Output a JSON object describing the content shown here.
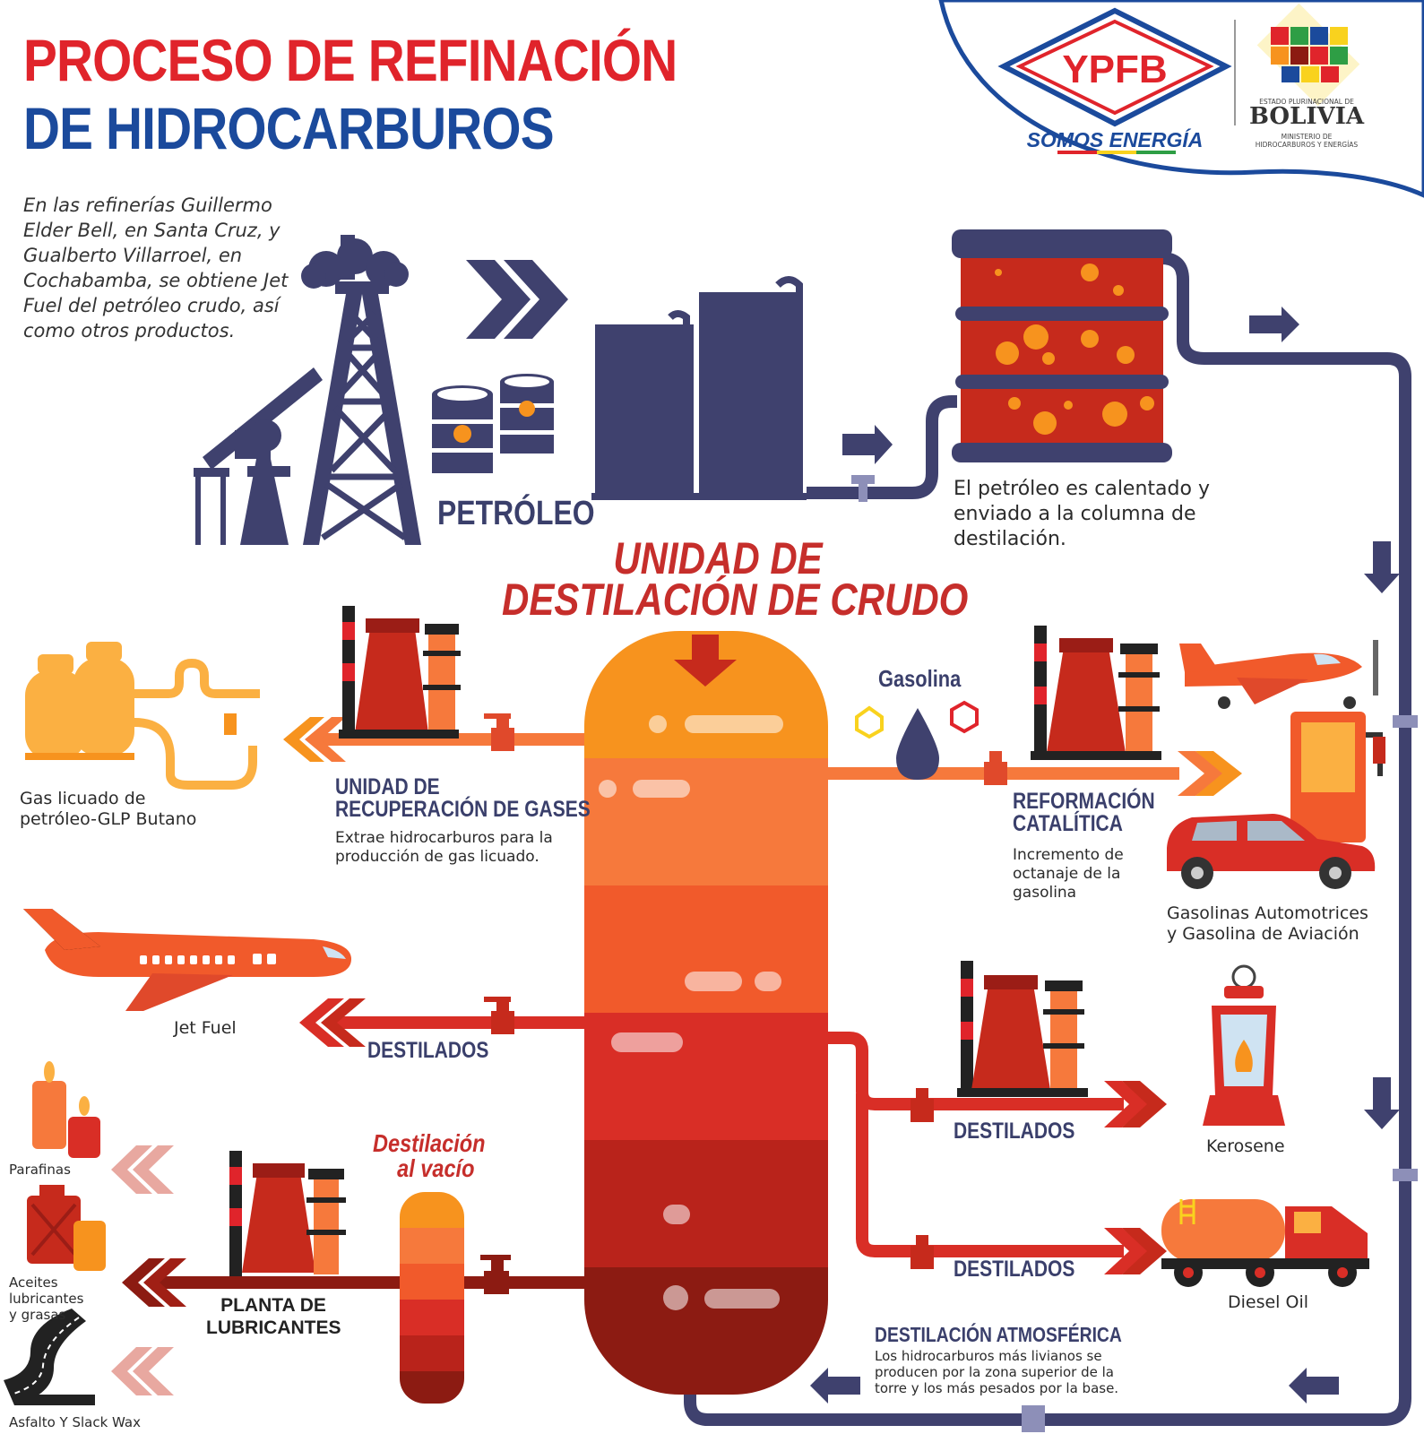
{
  "title": {
    "line1": "PROCESO DE REFINACIÓN",
    "line2": "DE HIDROCARBUROS"
  },
  "intro": "En las refinerías Guillermo Elder Bell, en Santa Cruz, y Gualberto Villarroel, en Cochabamba, se obtiene Jet Fuel del petróleo crudo, así como otros productos.",
  "logos": {
    "ypfb": "YPFB",
    "slogan": "SOMOS ENERGÍA",
    "state_small": "ESTADO PLURINACIONAL DE",
    "country": "BOLIVIA",
    "ministry_line1": "MINISTERIO DE",
    "ministry_line2": "HIDROCARBUROS Y ENERGÍAS"
  },
  "input": {
    "label": "PETRÓLEO",
    "heating_text": "El petróleo es calentado y enviado a la columna de destilación."
  },
  "column": {
    "title_line1": "UNIDAD DE",
    "title_line2": "DESTILACIÓN DE CRUDO"
  },
  "gas_recovery": {
    "title_line1": "UNIDAD DE",
    "title_line2": "RECUPERACIÓN DE GASES",
    "description": "Extrae hidrocarburos para la producción de gas licuado.",
    "product_line1": "Gas licuado de",
    "product_line2": "petróleo-GLP Butano"
  },
  "reforming": {
    "stream_label": "Gasolina",
    "title_line1": "REFORMACIÓN",
    "title_line2": "CATALÍTICA",
    "description_line1": "Incremento de",
    "description_line2": "octanaje de la",
    "description_line3": "gasolina",
    "product_line1": "Gasolinas Automotrices",
    "product_line2": "y Gasolina de Aviación"
  },
  "distillates_left": {
    "label": "DESTILADOS",
    "product": "Jet Fuel"
  },
  "distillates_right_1": {
    "label": "DESTILADOS",
    "product": "Kerosene"
  },
  "distillates_right_2": {
    "label": "DESTILADOS",
    "product": "Diesel Oil"
  },
  "vacuum": {
    "title_line1": "Destilación",
    "title_line2": "al vacío",
    "plant_line1": "PLANTA DE",
    "plant_line2": "LUBRICANTES",
    "products": [
      "Parafinas",
      "Aceites",
      "lubricantes",
      "y grasas",
      "Asfalto Y Slack Wax"
    ]
  },
  "atmospheric": {
    "title": "DESTILACIÓN ATMOSFÉRICA",
    "desc_line1": "Los hidrocarburos más livianos se",
    "desc_line2": "producen por la zona superior de la",
    "desc_line3": "torre y los más pesados por la base."
  },
  "colors": {
    "navy": "#3f416e",
    "red_title": "#e0242b",
    "blue_title": "#1b4a9c",
    "orange": "#f7931e",
    "dark_red": "#8c1b12"
  }
}
